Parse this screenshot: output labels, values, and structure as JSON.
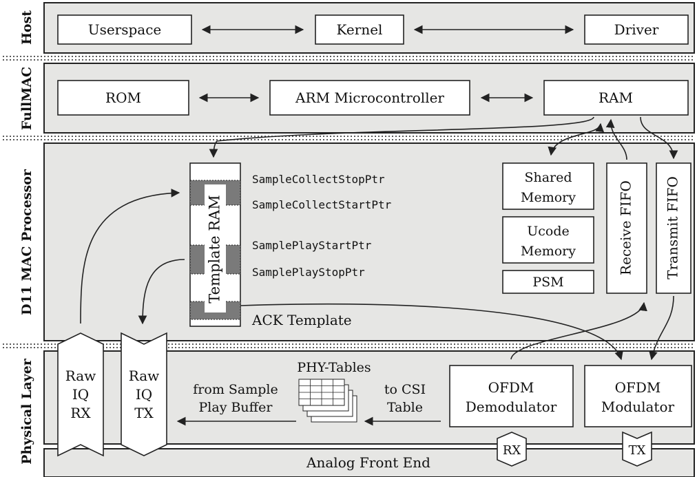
{
  "layers": {
    "host": "Host",
    "fullmac": "FullMAC",
    "d11": "D11 MAC Processor",
    "phy": "Physical Layer"
  },
  "host": {
    "userspace": "Userspace",
    "kernel": "Kernel",
    "driver": "Driver"
  },
  "fullmac": {
    "rom": "ROM",
    "arm": "ARM Microcontroller",
    "ram": "RAM"
  },
  "d11": {
    "template_ram": "Template RAM",
    "pointers": {
      "collect_stop": "SampleCollectStopPtr",
      "collect_start": "SampleCollectStartPtr",
      "play_start": "SamplePlayStartPtr",
      "play_stop": "SamplePlayStopPtr"
    },
    "ack_template": "ACK Template",
    "shared_memory": [
      "Shared",
      "Memory"
    ],
    "ucode_memory": [
      "Ucode",
      "Memory"
    ],
    "psm": "PSM",
    "receive_fifo": "Receive FIFO",
    "transmit_fifo": "Transmit FIFO"
  },
  "phy": {
    "raw_rx": [
      "Raw",
      "IQ",
      "RX"
    ],
    "raw_tx": [
      "Raw",
      "IQ",
      "TX"
    ],
    "from_play": [
      "from Sample",
      "Play Buffer"
    ],
    "phy_tables": "PHY-Tables",
    "to_csi": [
      "to CSI",
      "Table"
    ],
    "demod": [
      "OFDM",
      "Demodulator"
    ],
    "mod": [
      "OFDM",
      "Modulator"
    ],
    "afe": "Analog Front End",
    "rx": "RX",
    "tx": "TX"
  },
  "colors": {
    "panel": "#e6e6e4",
    "box": "#ffffff",
    "line": "#222222",
    "grey_block": "#7a7a7a"
  }
}
